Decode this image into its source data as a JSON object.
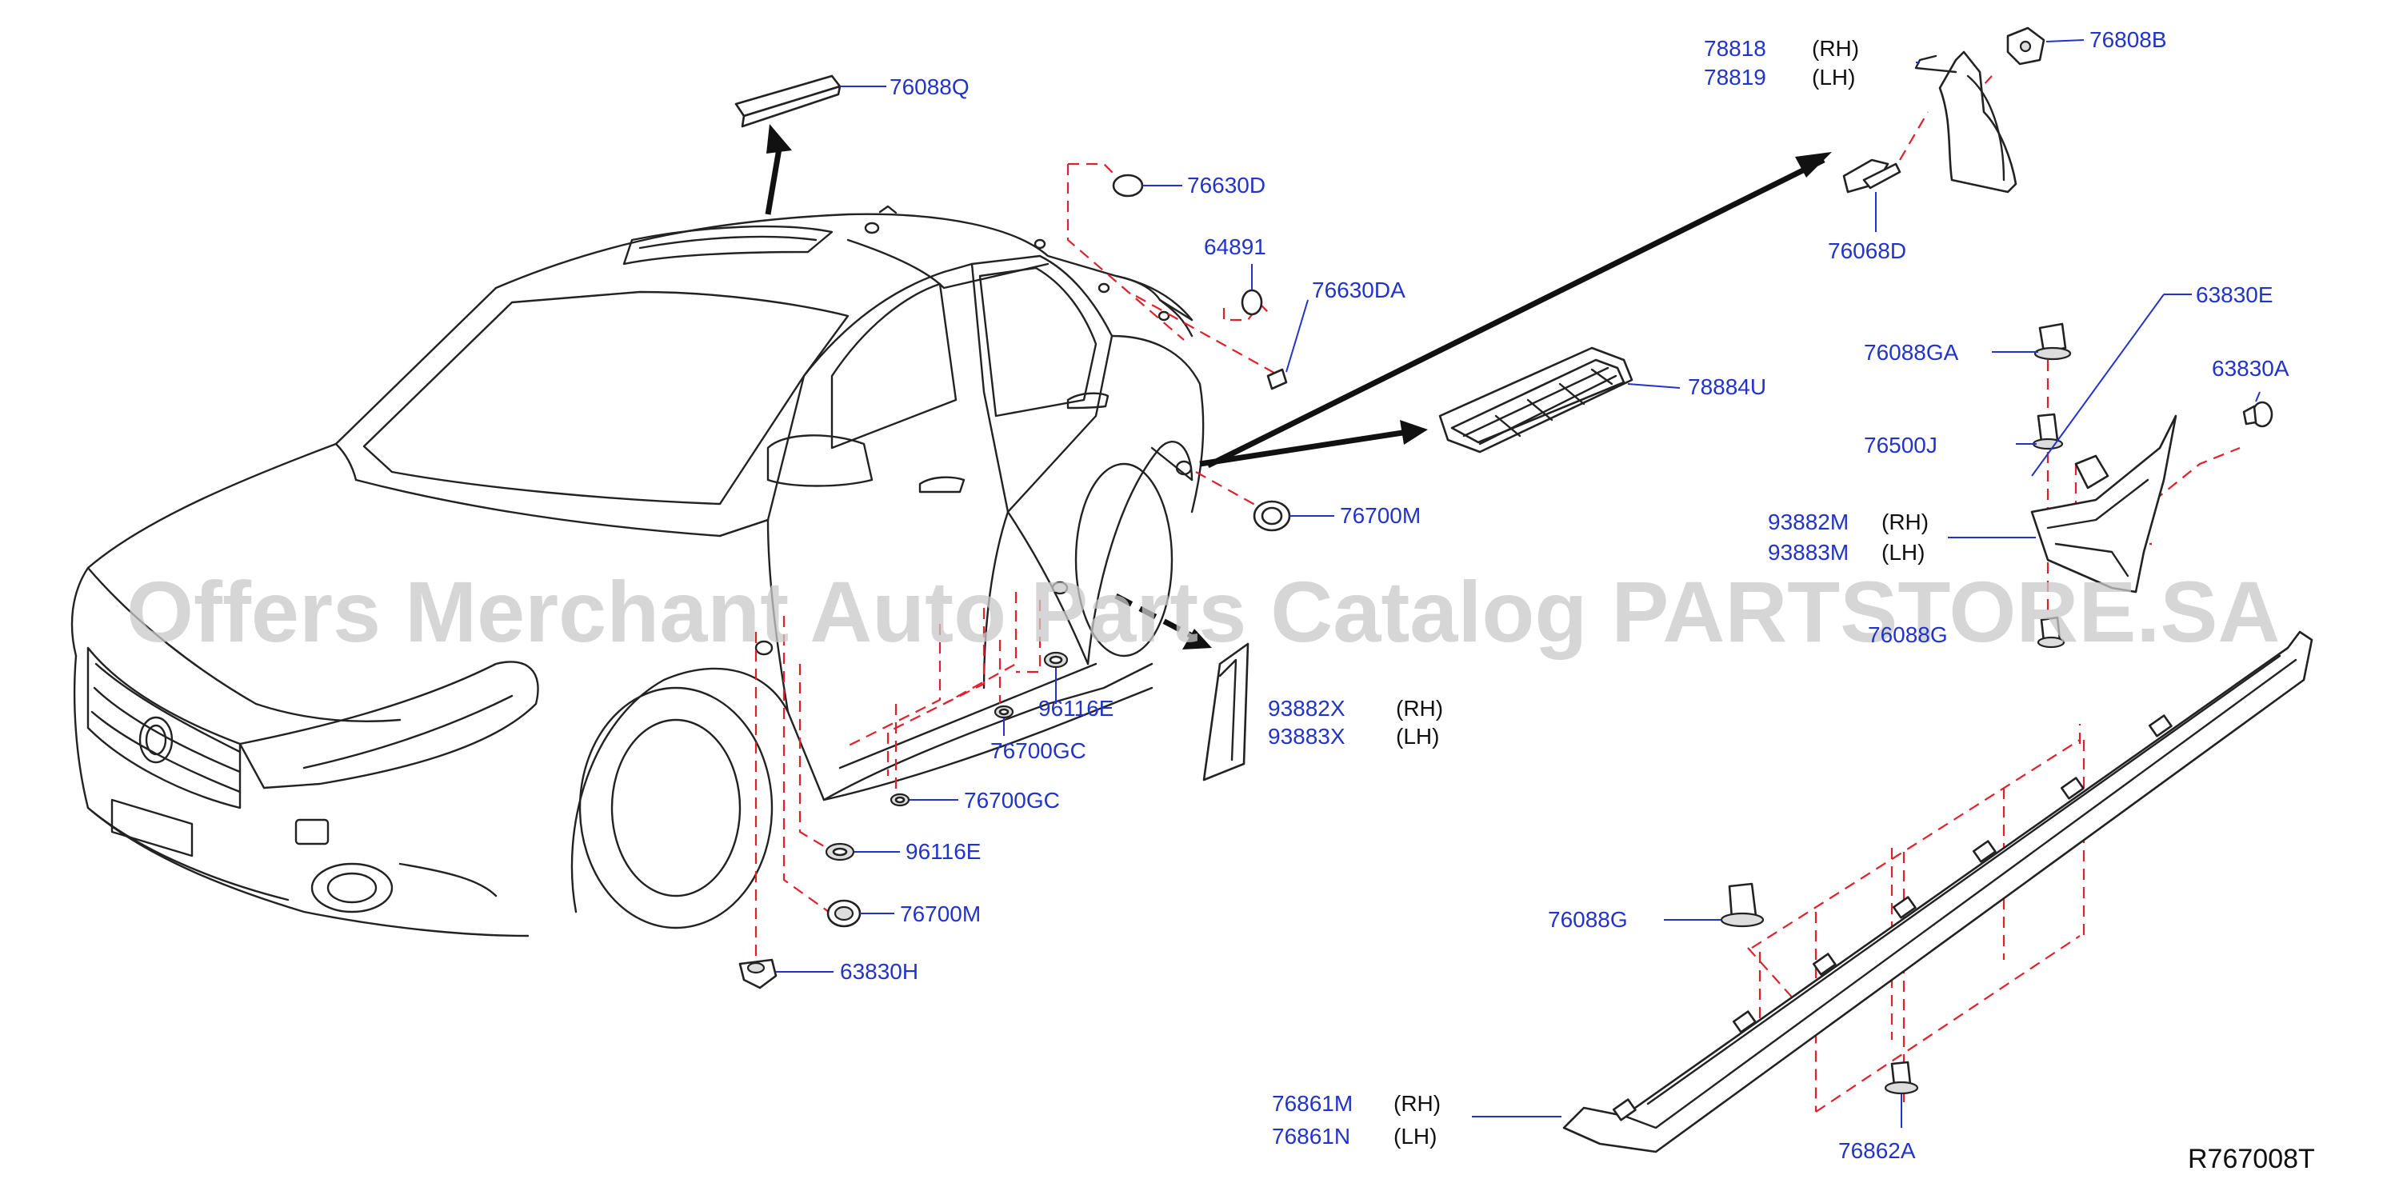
{
  "watermark": "Offers Merchant Auto Parts Catalog PARTSTORE.SA",
  "reference_code": "R767008T",
  "colors": {
    "label": "#2233cc",
    "side_label": "#111111",
    "dash_line": "#e0202a",
    "watermark": "#c9c9c9"
  },
  "callouts": {
    "c76088Q": "76088Q",
    "c76630D": "76630D",
    "c64891": "64891",
    "c76630DA": "76630DA",
    "c78884U": "78884U",
    "c76700M_a": "76700M",
    "c78818": "78818",
    "c78819": "78819",
    "c76808B": "76808B",
    "c76068D": "76068D",
    "c63830E": "63830E",
    "c76088GA": "76088GA",
    "c63830A": "63830A",
    "c76500J": "76500J",
    "c93882M": "93882M",
    "c93883M": "93883M",
    "c76088G_a": "76088G",
    "c96116E_a": "96116E",
    "c76700GC_a": "76700GC",
    "c93882X": "93882X",
    "c93883X": "93883X",
    "c76700GC_b": "76700GC",
    "c96116E_b": "96116E",
    "c76700M_b": "76700M",
    "c63830H": "63830H",
    "c76088G_b": "76088G",
    "c76861M": "76861M",
    "c76861N": "76861N",
    "c76862A": "76862A"
  },
  "sides": {
    "rh": "(RH)",
    "lh": "(LH)"
  }
}
